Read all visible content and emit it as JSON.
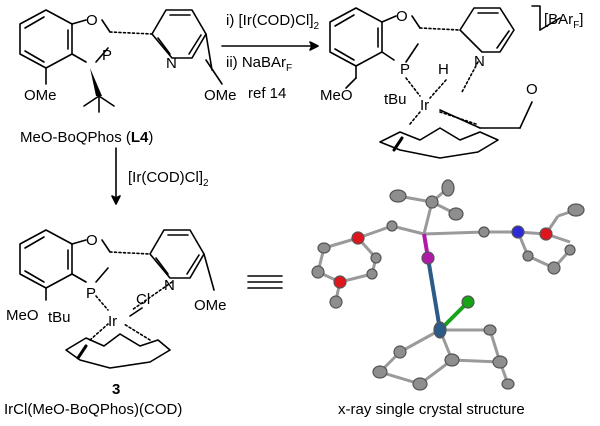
{
  "reaction_top": {
    "step1_prefix": "i) [Ir(COD)Cl]",
    "step1_sub": "2",
    "step2_prefix": "ii) NaBAr",
    "step2_sub": "F",
    "ref": "ref 14"
  },
  "reaction_down": {
    "reagent_prefix": "[Ir(COD)Cl]",
    "reagent_sub": "2"
  },
  "ligand": {
    "name_prefix": "MeO-BoQPhos (",
    "name_bold": "L4",
    "name_suffix": ")",
    "atoms": {
      "o_ring": "O",
      "p": "P",
      "n": "N",
      "ome_left": "OMe",
      "ome_right": "OMe"
    }
  },
  "cationic_complex": {
    "counterion_prefix": "[BAr",
    "counterion_sub": "F",
    "counterion_suffix": "]",
    "atoms": {
      "o_ring": "O",
      "p": "P",
      "h": "H",
      "n": "N",
      "o_ring2": "O",
      "ir": "Ir",
      "tbu": "tBu",
      "meo": "MeO"
    }
  },
  "complex3": {
    "number": "3",
    "formula": "IrCl(MeO-BoQPhos)(COD)",
    "atoms": {
      "o_ring": "O",
      "p": "P",
      "n": "N",
      "ome": "OMe",
      "ir": "Ir",
      "cl": "Cl",
      "tbu": "tBu",
      "meo": "MeO"
    }
  },
  "xray": {
    "caption": "x-ray single crystal structure"
  },
  "colors": {
    "carbon": "#8e8e8e",
    "oxygen": "#e0161e",
    "nitrogen": "#2a2ad6",
    "phosphorus": "#b01aa8",
    "iridium": "#2c5b88",
    "chlorine": "#18a418"
  }
}
